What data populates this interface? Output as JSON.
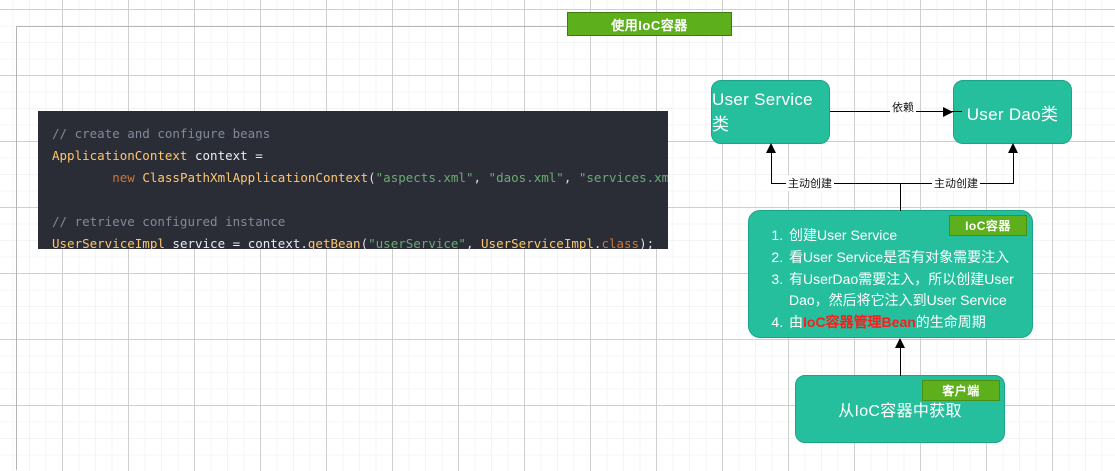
{
  "title_banner": {
    "label": "使用IoC容器"
  },
  "code_block": {
    "lines": [
      {
        "parts": [
          {
            "text": "// create and configure beans",
            "cls": "c-comment"
          }
        ]
      },
      {
        "parts": [
          {
            "text": "ApplicationContext",
            "cls": "c-type"
          },
          {
            "text": " context ",
            "cls": "c-var"
          },
          {
            "text": "=",
            "cls": "c-op"
          }
        ]
      },
      {
        "parts": [
          {
            "text": "        ",
            "cls": "c-plain"
          },
          {
            "text": "new",
            "cls": "c-kw"
          },
          {
            "text": " ",
            "cls": "c-plain"
          },
          {
            "text": "ClassPathXmlApplicationContext",
            "cls": "c-type"
          },
          {
            "text": "(",
            "cls": "c-plain"
          },
          {
            "text": "\"aspects.xml\"",
            "cls": "c-str"
          },
          {
            "text": ", ",
            "cls": "c-plain"
          },
          {
            "text": "\"daos.xml\"",
            "cls": "c-str"
          },
          {
            "text": ", ",
            "cls": "c-plain"
          },
          {
            "text": "\"services.xml\"",
            "cls": "c-str"
          },
          {
            "text": ");",
            "cls": "c-plain"
          }
        ]
      },
      {
        "parts": [
          {
            "text": "",
            "cls": "c-plain"
          }
        ]
      },
      {
        "parts": [
          {
            "text": "// retrieve configured instance",
            "cls": "c-comment"
          }
        ]
      },
      {
        "parts": [
          {
            "text": "UserServiceImpl",
            "cls": "c-type"
          },
          {
            "text": " service ",
            "cls": "c-var"
          },
          {
            "text": "= ",
            "cls": "c-op"
          },
          {
            "text": "context",
            "cls": "c-var"
          },
          {
            "text": ".",
            "cls": "c-plain"
          },
          {
            "text": "getBean",
            "cls": "c-fn"
          },
          {
            "text": "(",
            "cls": "c-plain"
          },
          {
            "text": "\"userService\"",
            "cls": "c-str"
          },
          {
            "text": ", ",
            "cls": "c-plain"
          },
          {
            "text": "UserServiceImpl",
            "cls": "c-type"
          },
          {
            "text": ".",
            "cls": "c-plain"
          },
          {
            "text": "class",
            "cls": "c-kw"
          },
          {
            "text": ");",
            "cls": "c-plain"
          }
        ]
      }
    ]
  },
  "boxes": {
    "user_service": {
      "label": "User Service类"
    },
    "user_dao": {
      "label": "User Dao类"
    },
    "ioc_container": {
      "tag": "IoC容器",
      "items": [
        {
          "prefix": "创建User Service",
          "highlight": "",
          "suffix": ""
        },
        {
          "prefix": "看User Service是否有对象需要注入",
          "highlight": "",
          "suffix": ""
        },
        {
          "prefix": "有UserDao需要注入，所以创建User Dao，然后将它注入到User Service",
          "highlight": "",
          "suffix": ""
        },
        {
          "prefix": "由",
          "highlight": "IoC容器管理Bean",
          "suffix": "的生命周期"
        }
      ]
    },
    "client": {
      "tag": "客户端",
      "label": "从IoC容器中获取"
    }
  },
  "edges": {
    "dependency": "依赖",
    "create_left": "主动创建",
    "create_right": "主动创建"
  },
  "colors": {
    "box_fill": "#25bf9d",
    "tag_green": "#5daf1c",
    "banner_green": "#5daf1c",
    "code_bg": "#2b2d36",
    "highlight_red": "#ff1a1a"
  }
}
